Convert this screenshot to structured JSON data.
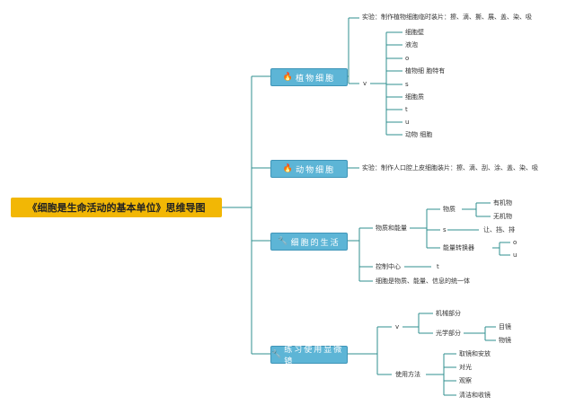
{
  "root": "《细胞是生命活动的基本单位》思维导图",
  "branches": {
    "plant": {
      "icon": "🔥",
      "label": "植物细胞"
    },
    "animal": {
      "icon": "🔥",
      "label": "动物细胞"
    },
    "life": {
      "icon": "🔧",
      "label": "细胞的生活"
    },
    "micro": {
      "icon": "🔧",
      "label": "练习使用显微镜"
    }
  },
  "plant": {
    "experiment": "实验：制作植物细胞临时装片：擦、滴、撕、展、盖、染、吸",
    "v": "v",
    "items": [
      "细胞壁",
      "液泡",
      "o",
      "植物细 胞特有",
      "s",
      "细胞质",
      "t",
      "u",
      "动物 细胞"
    ]
  },
  "animal": {
    "experiment": "实验：制作人口腔上皮细胞装片：擦、滴、刮、涂、盖、染、吸"
  },
  "life": {
    "matter_energy": "物质和能量",
    "substance": "物质",
    "organic": "有机物",
    "inorganic": "无机物",
    "s": "s",
    "s_detail": "让、挡、排",
    "converter": "能量转换器",
    "o": "o",
    "u": "u",
    "control": "控制中心",
    "t": "t",
    "unity": "细胞是物质、能量、信息的统一体"
  },
  "micro": {
    "v": "v",
    "mechanical": "机械部分",
    "optical": "光学部分",
    "eyepiece": "目镜",
    "objective": "物镜",
    "method": "使用方法",
    "steps": [
      "取镜和安放",
      "对光",
      "观察",
      "清洁和收镜"
    ]
  },
  "colors": {
    "root": "#f2b705",
    "branch": "#5db5d6",
    "line": "#2f8f8f"
  }
}
